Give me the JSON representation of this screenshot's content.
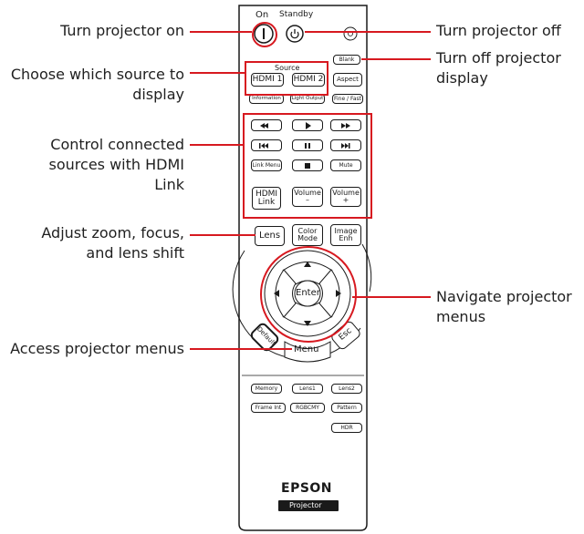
{
  "callouts": {
    "turn_on": "Turn projector on",
    "choose_source": [
      "Choose which source to",
      "display"
    ],
    "hdmi_link": [
      "Control connected",
      "sources with HDMI",
      "Link"
    ],
    "adjust_lens": [
      "Adjust zoom, focus,",
      "and lens shift"
    ],
    "access_menus": "Access projector menus",
    "turn_off": "Turn projector off",
    "turn_off_display": [
      "Turn off projector",
      "display"
    ],
    "navigate_menus": [
      "Navigate projector",
      "menus"
    ]
  },
  "remote": {
    "label_on": "On",
    "label_standby": "Standby",
    "source_label": "Source",
    "buttons": {
      "blank": "Blank",
      "hdmi1": "HDMI 1",
      "hdmi2": "HDMI 2",
      "aspect": "Aspect",
      "information": "Information",
      "light_output": "Light Output",
      "fine_fast": "Fine / Fast",
      "link_menu": "Link Menu",
      "mute": "Mute",
      "hdmi_link": "HDMI\nLink",
      "volume_down": "Volume\n–",
      "volume_up": "Volume\n+",
      "lens": "Lens",
      "color_mode": "Color\nMode",
      "image_enh": "Image\nEnh",
      "enter": "Enter",
      "default": "Default",
      "menu": "Menu",
      "esc": "Esc",
      "memory": "Memory",
      "lens1": "Lens1",
      "lens2": "Lens2",
      "frame_int": "Frame Int",
      "rgbcmy": "RGBCMY",
      "pattern": "Pattern",
      "hdr": "HDR"
    },
    "brand": "EPSON",
    "model": "Projector"
  },
  "colors": {
    "callout_line": "#d71920",
    "remote_outline": "#1a1a1a",
    "brand_badge": "#1a1a1a"
  }
}
